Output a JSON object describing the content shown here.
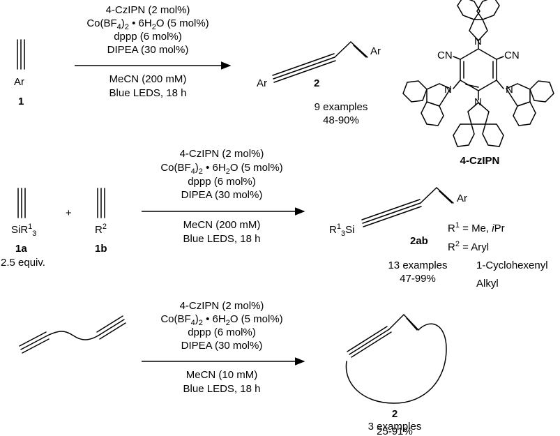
{
  "reaction1": {
    "conditions_above": [
      "4-CzIPN (2 mol%)",
      "Co(BF4)2 • 6H2O (5 mol%)",
      "dppp (6 mol%)",
      "DIPEA (30 mol%)"
    ],
    "conditions_below": [
      "MeCN (200 mM)",
      "Blue LEDS, 18 h"
    ],
    "reactant_group": "Ar",
    "reactant_number": "1",
    "product_left_group": "Ar",
    "product_right_group": "Ar",
    "product_number": "2",
    "examples": "9 examples",
    "yield": "48-90%"
  },
  "catalyst": {
    "name": "4-CzIPN",
    "cn_label": "CN",
    "n_label": "N"
  },
  "reaction2": {
    "conditions_above": [
      "4-CzIPN (2 mol%)",
      "Co(BF4)2 • 6H2O (5 mol%)",
      "dppp (6 mol%)",
      "DIPEA (30 mol%)"
    ],
    "conditions_below": [
      "MeCN (200 mM)",
      "Blue LEDS, 18 h"
    ],
    "reactant_a_group": "SiR13",
    "reactant_a_number": "1a",
    "reactant_a_equiv": "2.5 equiv.",
    "plus": "+",
    "reactant_b_group": "R2",
    "reactant_b_number": "1b",
    "product_left_group": "R13Si",
    "product_right_group": "Ar",
    "product_number": "2ab",
    "examples": "13 examples",
    "yield": "47-99%",
    "r1_def": "R1 = Me, iPr",
    "r2_def": "R2 = Aryl",
    "r2_opt1": "1-Cyclohexenyl",
    "r2_opt2": "Alkyl"
  },
  "reaction3": {
    "conditions_above": [
      "4-CzIPN (2 mol%)",
      "Co(BF4)2 • 6H2O (5 mol%)",
      "dppp (6 mol%)",
      "DIPEA (30 mol%)"
    ],
    "conditions_below": [
      "MeCN (10 mM)",
      "Blue LEDS, 18 h"
    ],
    "product_number": "2",
    "examples": "3 examples",
    "yield": "25-91%"
  }
}
